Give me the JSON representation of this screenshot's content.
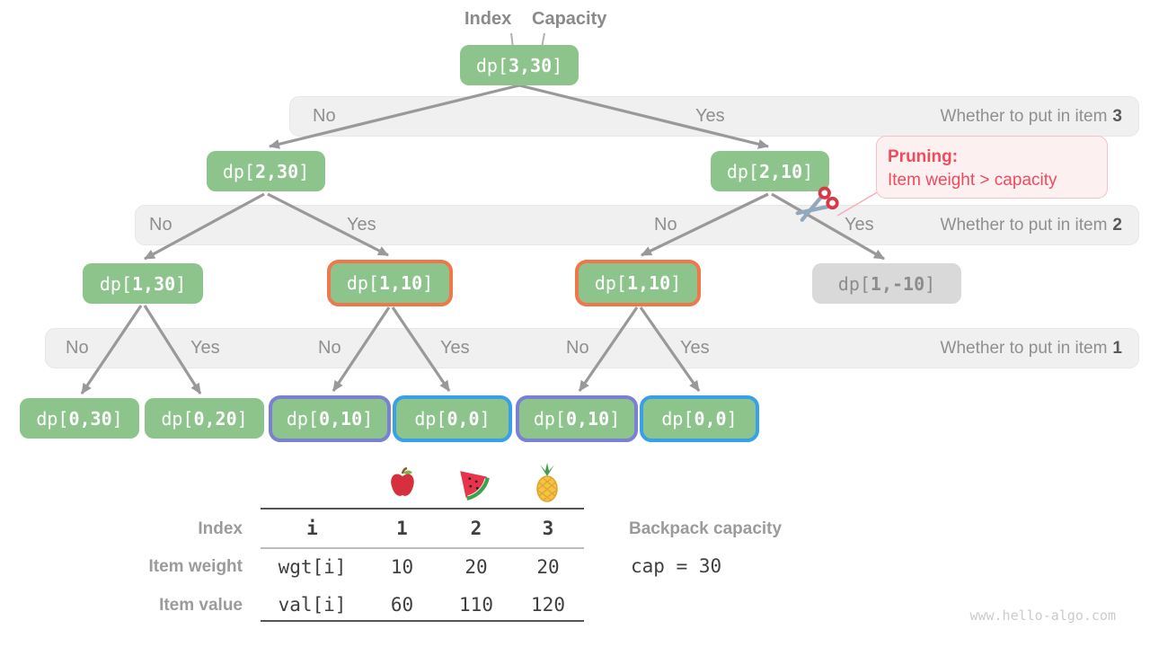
{
  "colors": {
    "node_green": "#8cc48c",
    "node_gray_bg": "#d9d9d9",
    "highlight_orange": "#ee7849",
    "highlight_purple": "#7a80d4",
    "highlight_blue": "#38a0e8",
    "pruning_red": "#ee4c5d",
    "band_gray": "#f0f0f0",
    "arrow_gray": "#999999"
  },
  "header": {
    "index_label": "Index",
    "capacity_label": "Capacity"
  },
  "nodes": {
    "n3_30": {
      "pre": "dp[",
      "val": "3,30",
      "post": "]"
    },
    "n2_30": {
      "pre": "dp[",
      "val": "2,30",
      "post": "]"
    },
    "n2_10": {
      "pre": "dp[",
      "val": "2,10",
      "post": "]"
    },
    "n1_30": {
      "pre": "dp[",
      "val": "1,30",
      "post": "]"
    },
    "n1_10a": {
      "pre": "dp[",
      "val": "1,10",
      "post": "]"
    },
    "n1_10b": {
      "pre": "dp[",
      "val": "1,10",
      "post": "]"
    },
    "n1_m10": {
      "pre": "dp[",
      "val": "1,-10",
      "post": "]"
    },
    "n0_30": {
      "pre": "dp[",
      "val": "0,30",
      "post": "]"
    },
    "n0_20": {
      "pre": "dp[",
      "val": "0,20",
      "post": "]"
    },
    "n0_10a": {
      "pre": "dp[",
      "val": "0,10",
      "post": "]"
    },
    "n0_0a": {
      "pre": "dp[",
      "val": "0,0",
      "post": "]"
    },
    "n0_10b": {
      "pre": "dp[",
      "val": "0,10",
      "post": "]"
    },
    "n0_0b": {
      "pre": "dp[",
      "val": "0,0",
      "post": "]"
    }
  },
  "bands": [
    {
      "decisions": [
        "No",
        "Yes"
      ],
      "question": "Whether to put in item",
      "item": "3"
    },
    {
      "decisions": [
        "No",
        "Yes",
        "No",
        "Yes"
      ],
      "question": "Whether to put in item",
      "item": "2"
    },
    {
      "decisions": [
        "No",
        "Yes",
        "No",
        "Yes",
        "No",
        "Yes"
      ],
      "question": "Whether to put in item",
      "item": "1"
    }
  ],
  "pruning": {
    "title": "Pruning:",
    "detail": "Item weight > capacity"
  },
  "table": {
    "fruits": [
      "apple",
      "watermelon",
      "pineapple"
    ],
    "row_labels": [
      "Index",
      "Item weight",
      "Item value"
    ],
    "header_row": [
      "i",
      "1",
      "2",
      "3"
    ],
    "weight_row": [
      "wgt[i]",
      "10",
      "20",
      "20"
    ],
    "value_row": [
      "val[i]",
      "60",
      "110",
      "120"
    ]
  },
  "capacity": {
    "label": "Backpack capacity",
    "code": "cap = 30"
  },
  "watermark": "www.hello-algo.com"
}
